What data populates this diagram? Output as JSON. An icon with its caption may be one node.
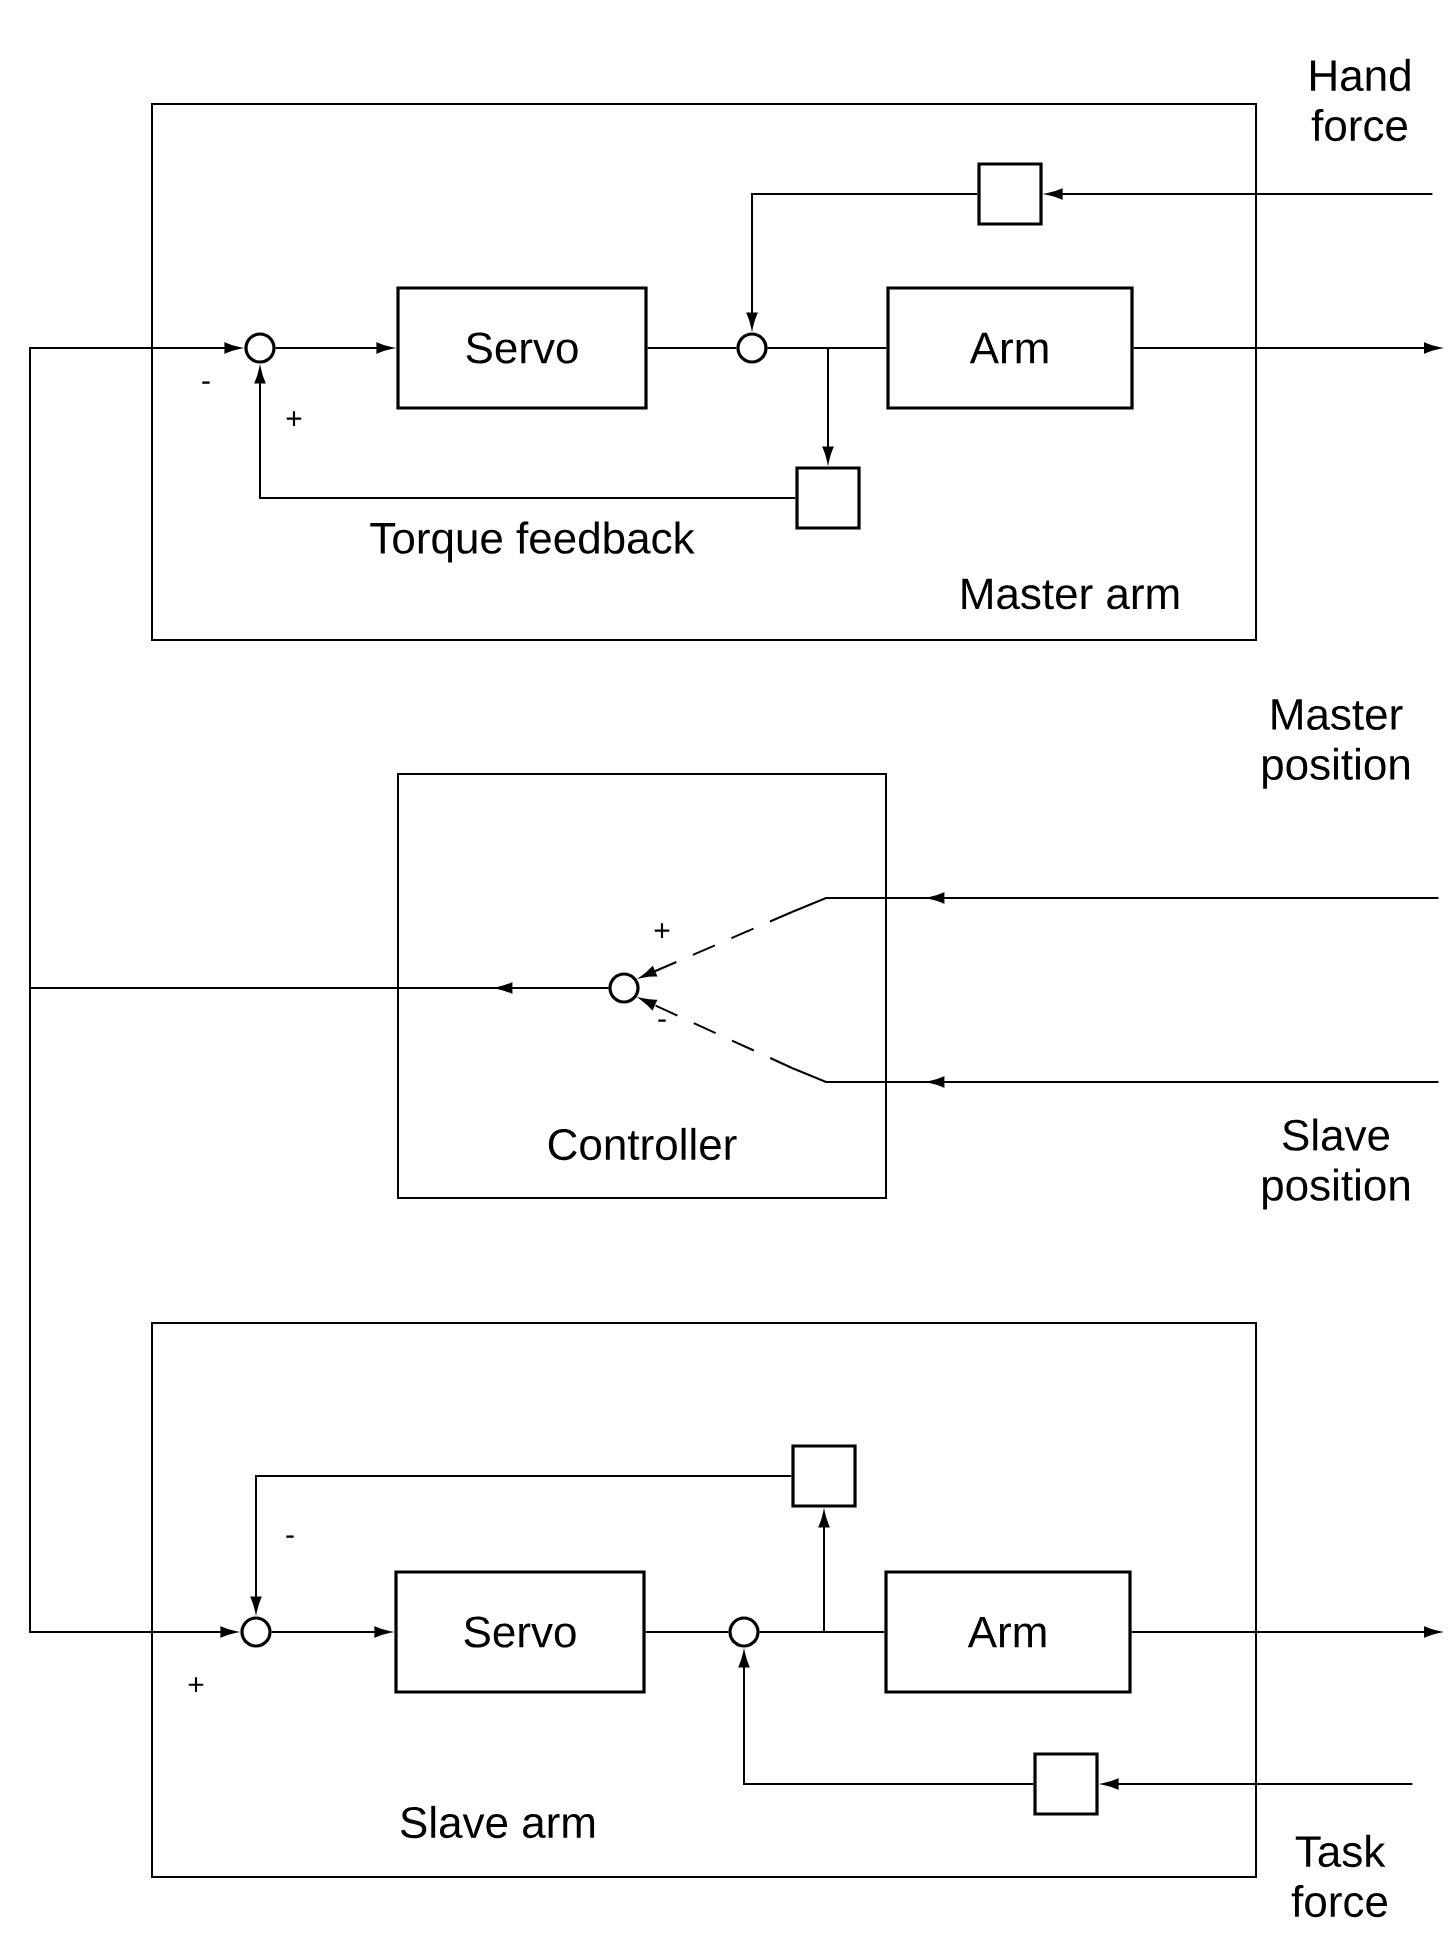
{
  "diagram": {
    "nodes": [
      {
        "text": [
          "Master arm"
        ]
      },
      {
        "text": [],
        "shape": "circle",
        "in": 0
      },
      {
        "text": [
          "Servo"
        ],
        "in": 0
      },
      {
        "text": [],
        "shape": "circle",
        "in": 0
      },
      {
        "text": [
          "Arm"
        ],
        "in": 0
      },
      {
        "text": [],
        "shape": "box",
        "in": 0
      },
      {
        "text": [],
        "shape": "box",
        "in": 0
      },
      {
        "text": [
          "Hand force"
        ]
      },
      {
        "text": [
          "Controller"
        ]
      },
      {
        "text": [],
        "shape": "circle",
        "in": 8
      },
      {
        "text": [
          "Master position"
        ]
      },
      {
        "text": [
          "Slave position"
        ]
      },
      {
        "text": [
          "Slave arm"
        ]
      },
      {
        "text": [],
        "shape": "circle",
        "in": 12
      },
      {
        "text": [
          "Servo"
        ],
        "in": 12
      },
      {
        "text": [],
        "shape": "circle",
        "in": 12
      },
      {
        "text": [
          "Arm"
        ],
        "in": 12
      },
      {
        "text": [],
        "shape": "box",
        "in": 12
      },
      {
        "text": [],
        "shape": "box",
        "in": 12
      },
      {
        "text": [
          "Task force"
        ]
      }
    ],
    "edges": [
      {
        "from": 9,
        "to": 1,
        "arrow": "to"
      },
      {
        "from": 9,
        "to": 13,
        "arrow": "to"
      },
      {
        "from": 1,
        "to": 2,
        "arrow": "to"
      },
      {
        "from": 2,
        "to": 3,
        "arrow": "none"
      },
      {
        "from": 3,
        "to": 4,
        "arrow": "none"
      },
      {
        "from": 3,
        "to": 6,
        "arrow": "to"
      },
      {
        "from": 6,
        "to": 1,
        "arrow": "to"
      },
      {
        "from": 7,
        "to": 5,
        "arrow": "to"
      },
      {
        "from": 5,
        "to": 3,
        "arrow": "to"
      },
      {
        "from": 4,
        "to": null,
        "arrow": "to"
      },
      {
        "from": 10,
        "to": 9,
        "arrow": "to"
      },
      {
        "from": 11,
        "to": 9,
        "arrow": "to"
      },
      {
        "from": 13,
        "to": 14,
        "arrow": "to"
      },
      {
        "from": 14,
        "to": 15,
        "arrow": "none"
      },
      {
        "from": 15,
        "to": 16,
        "arrow": "none"
      },
      {
        "from": 15,
        "to": 17,
        "arrow": "to"
      },
      {
        "from": 17,
        "to": 13,
        "arrow": "to"
      },
      {
        "from": 19,
        "to": 18,
        "arrow": "to"
      },
      {
        "from": 18,
        "to": 15,
        "arrow": "to"
      },
      {
        "from": 16,
        "to": null,
        "arrow": "to"
      }
    ],
    "labels": [
      "-",
      "+",
      "Torque feedback",
      "+",
      "-",
      "-",
      "+"
    ]
  }
}
